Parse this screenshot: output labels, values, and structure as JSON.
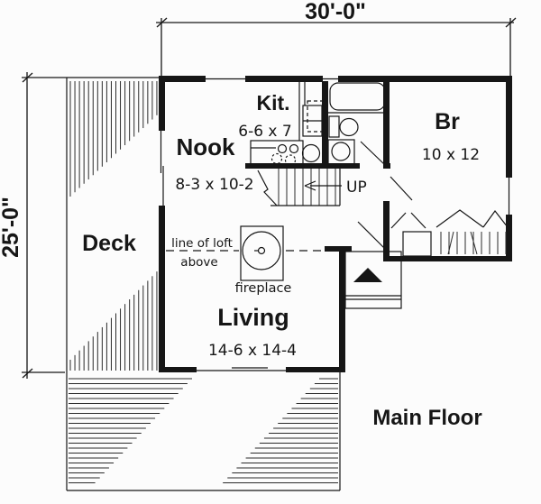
{
  "plan_title": "Main Floor",
  "colors": {
    "ink": "#161616",
    "background": "#fcfcfc"
  },
  "dimensions": {
    "overall_width": "30'-0\"",
    "overall_depth": "25'-0\""
  },
  "rooms": {
    "kitchen": {
      "name": "Kit.",
      "size": "6-6 x 7"
    },
    "nook": {
      "name": "Nook",
      "size": "8-3 x 10-2"
    },
    "bedroom": {
      "name": "Br",
      "size": "10 x 12"
    },
    "living": {
      "name": "Living",
      "size": "14-6 x 14-4"
    },
    "deck": {
      "name": "Deck"
    }
  },
  "annotations": {
    "stairs_direction": "UP",
    "fireplace": "fireplace",
    "loft_note_line1": "line of loft",
    "loft_note_line2": "above"
  }
}
